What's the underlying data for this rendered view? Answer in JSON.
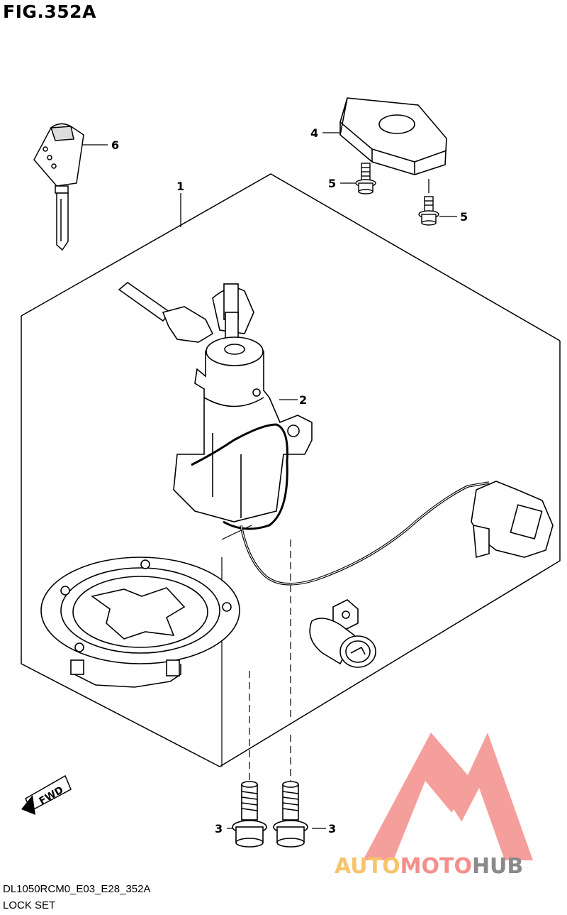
{
  "figure": {
    "title": "FIG.352A"
  },
  "callouts": [
    {
      "id": "1",
      "label": "1"
    },
    {
      "id": "2",
      "label": "2"
    },
    {
      "id": "3a",
      "label": "3"
    },
    {
      "id": "3b",
      "label": "3"
    },
    {
      "id": "4",
      "label": "4"
    },
    {
      "id": "5a",
      "label": "5"
    },
    {
      "id": "5b",
      "label": "5"
    },
    {
      "id": "6",
      "label": "6"
    }
  ],
  "direction_badge": {
    "label": "FWD"
  },
  "footer": {
    "model_code": "DL1050RCM0_E03_E28_352A",
    "part_name": "LOCK SET"
  },
  "watermark": {
    "part1": "AUTO",
    "part2": "MOTO",
    "part3": "HUB",
    "colors": {
      "auto": "#f7c46c",
      "moto": "#f48f8c",
      "hub": "#8a8a8a",
      "logo": "#f48f8c"
    }
  }
}
